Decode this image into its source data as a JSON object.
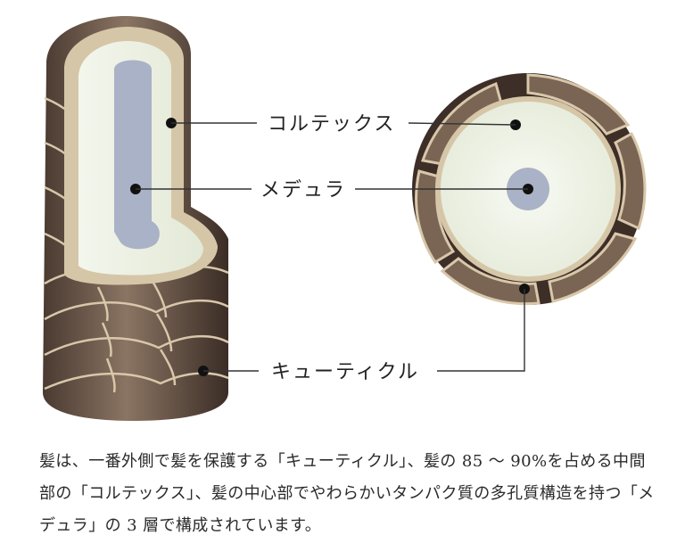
{
  "labels": {
    "cortex": "コルテックス",
    "medulla": "メデュラ",
    "cuticle": "キューティクル"
  },
  "description": "髪は、一番外側で髪を保護する「キューティクル」、髪の 85 〜 90%を占める中間部の「コルテックス」、髪の中心部でやわらかいタンパク質の多孔質構造を持つ「メデュラ」の 3 層で構成されています。",
  "colors": {
    "cuticle_dark": "#3d2e27",
    "cuticle_mid": "#7a6555",
    "cuticle_edge": "#d8c7aa",
    "cortex": "#eef2e6",
    "medulla": "#a9b2c6",
    "rim": "#d6c6a8"
  }
}
